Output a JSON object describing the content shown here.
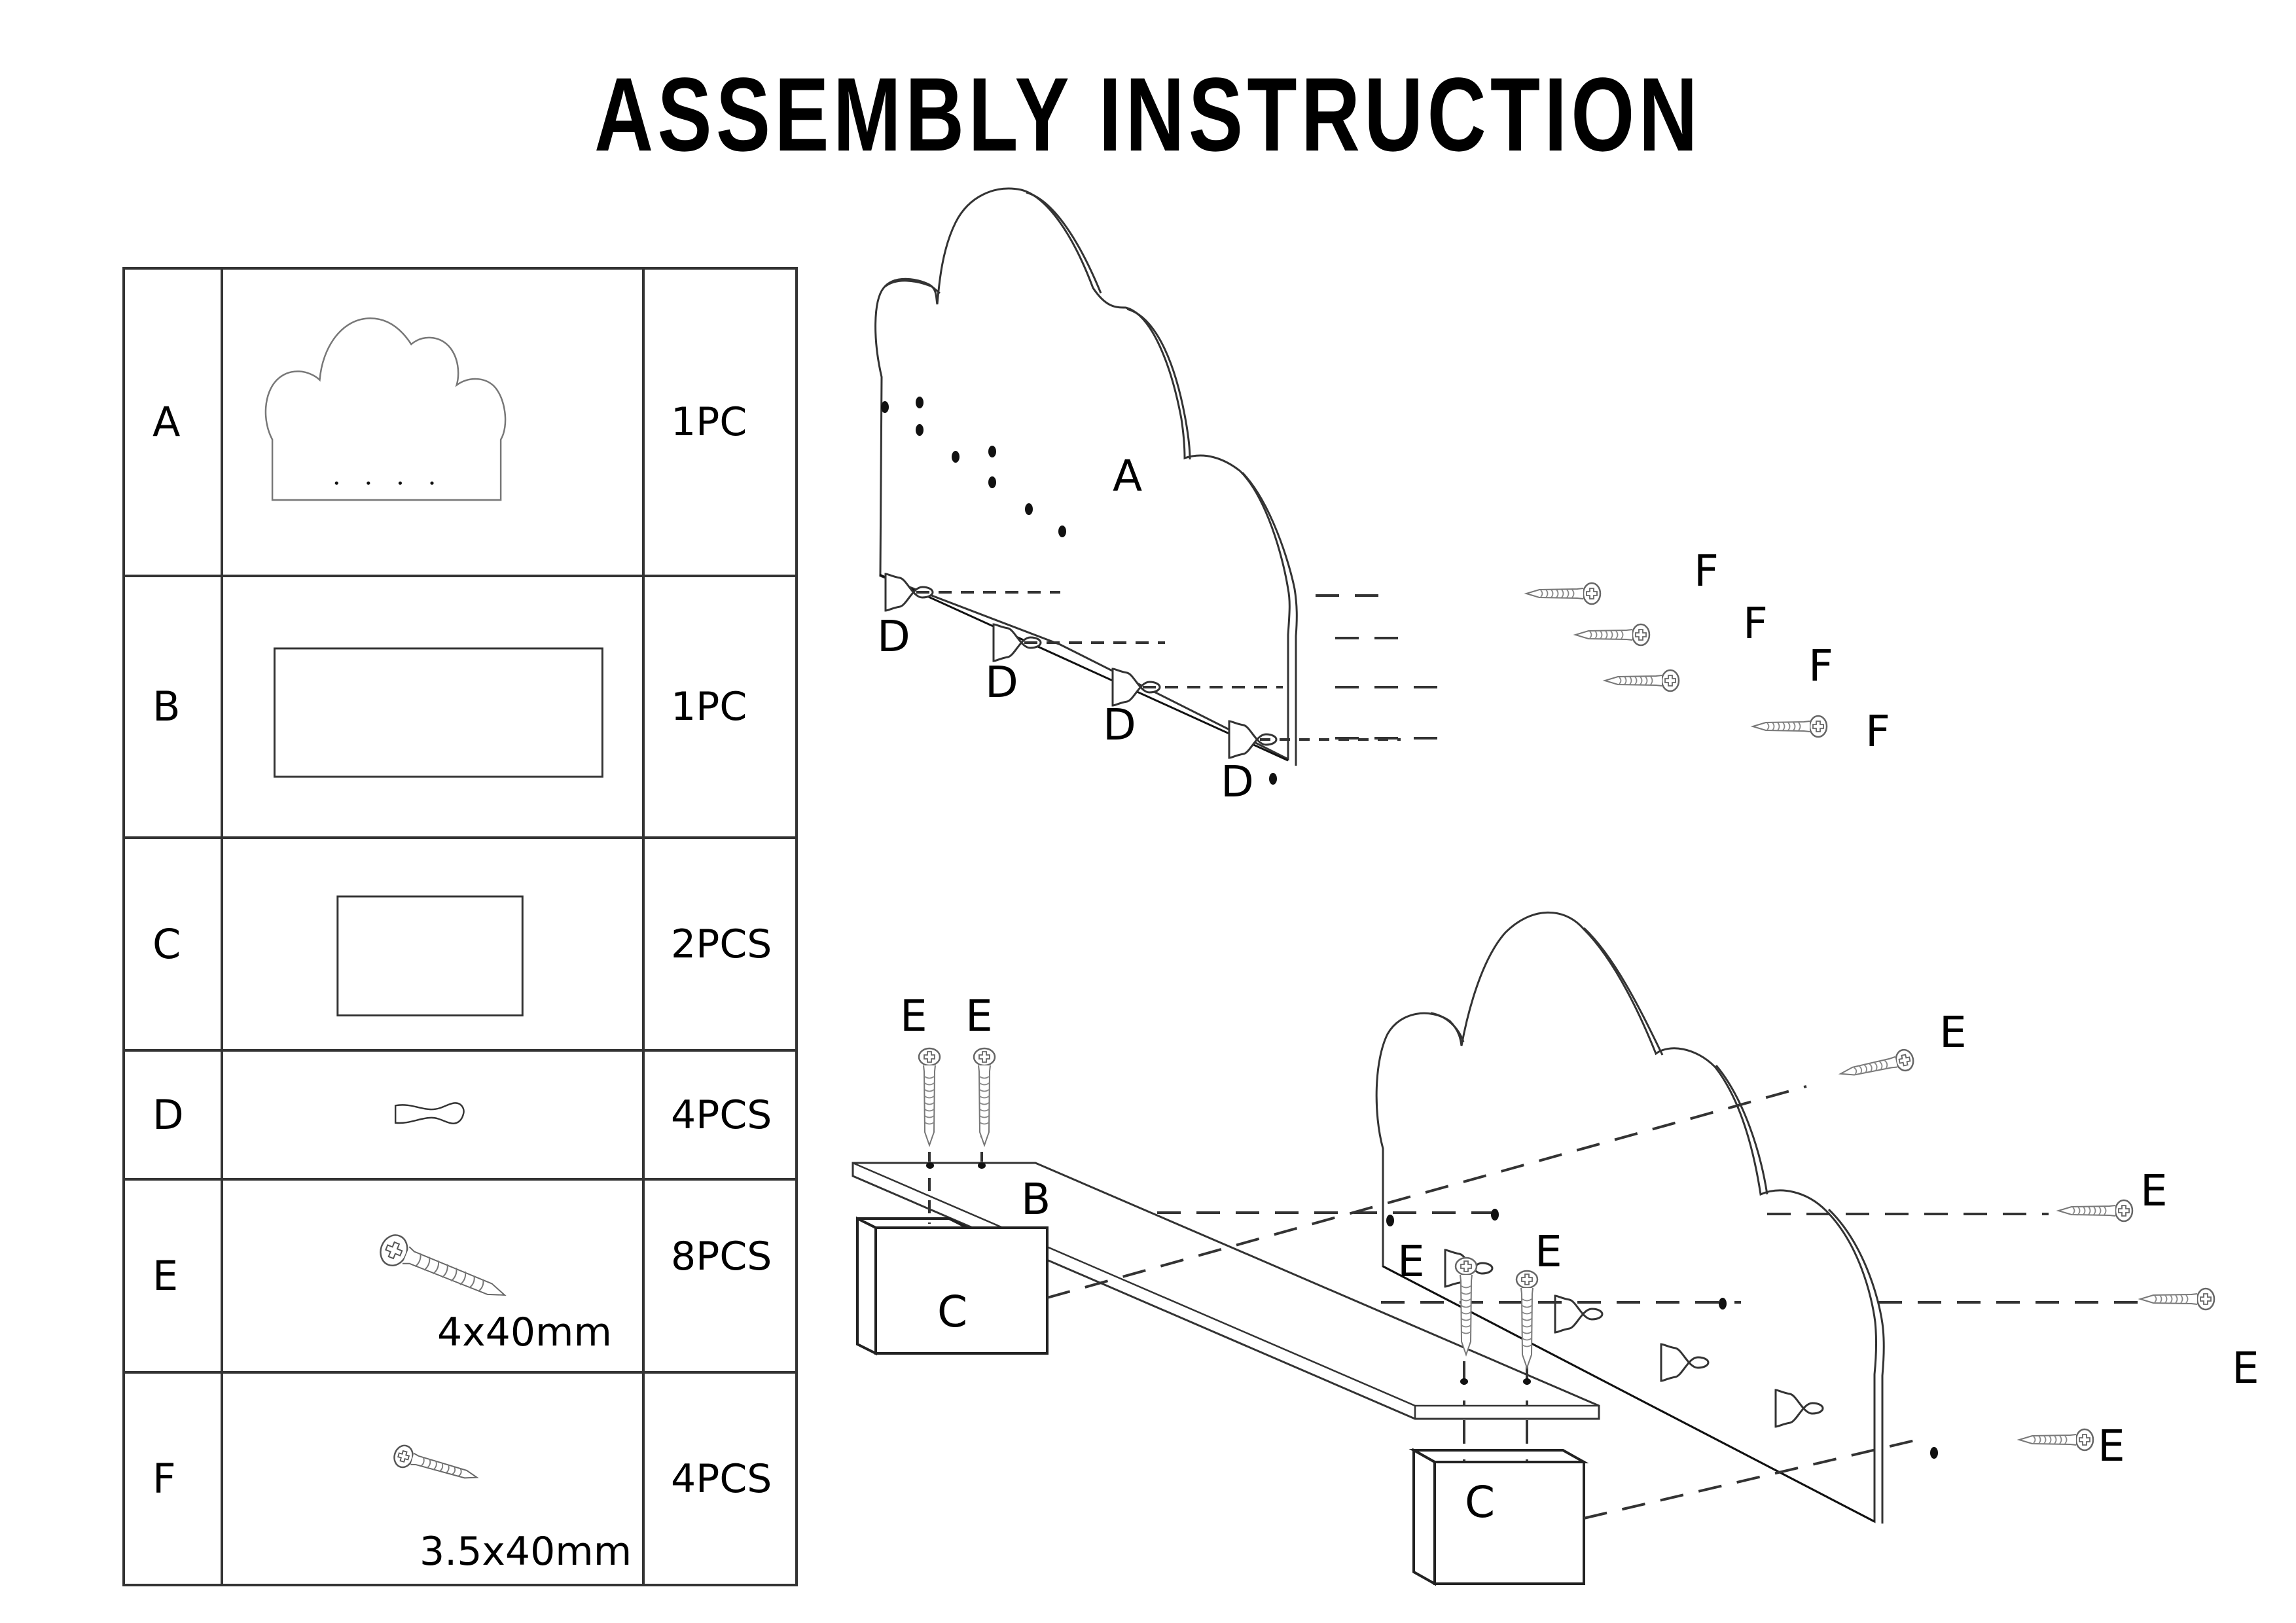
{
  "title": "ASSEMBLY INSTRUCTION",
  "parts": [
    {
      "letter": "A",
      "qty": "1PC",
      "icon": "cloud-panel-icon"
    },
    {
      "letter": "B",
      "qty": "1PC",
      "icon": "rectangle-board-icon"
    },
    {
      "letter": "C",
      "qty": "2PCS",
      "icon": "block-icon"
    },
    {
      "letter": "D",
      "qty": "4PCS",
      "icon": "peg-hook-icon"
    },
    {
      "letter": "E",
      "qty": "8PCS",
      "icon": "screw-icon",
      "size": "4x40mm"
    },
    {
      "letter": "F",
      "qty": "4PCS",
      "icon": "screw-icon",
      "size": "3.5x40mm"
    }
  ],
  "step1": {
    "panel_label": "A",
    "peg_labels": [
      "D",
      "D",
      "D",
      "D"
    ],
    "screw_labels": [
      "F",
      "F",
      "F",
      "F"
    ]
  },
  "step2": {
    "board_label": "B",
    "block_labels": [
      "C",
      "C"
    ],
    "top_screw_labels": [
      "E",
      "E"
    ],
    "middle_screw_labels": [
      "E",
      "E"
    ],
    "right_screw_labels": [
      "E",
      "E",
      "E",
      "E"
    ]
  }
}
